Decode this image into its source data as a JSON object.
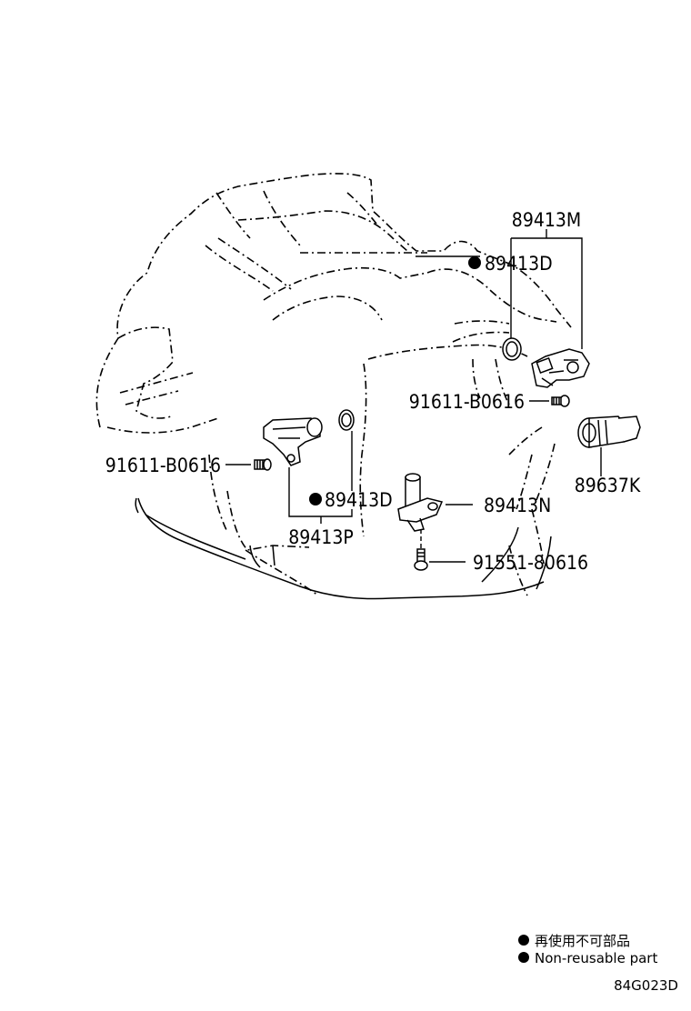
{
  "callouts": {
    "p89413M": "89413M",
    "p89413D_top": "89413D",
    "p91611_right": "91611-B0616",
    "p89637K": "89637K",
    "p91611_left": "91611-B0616",
    "p89413D_mid": "89413D",
    "p89413P": "89413P",
    "p89413N": "89413N",
    "p91551": "91551-80616"
  },
  "legend": {
    "line_ja": "再使用不可部品",
    "line_en": "Non-reusable part"
  },
  "figure_code": "84G023D"
}
